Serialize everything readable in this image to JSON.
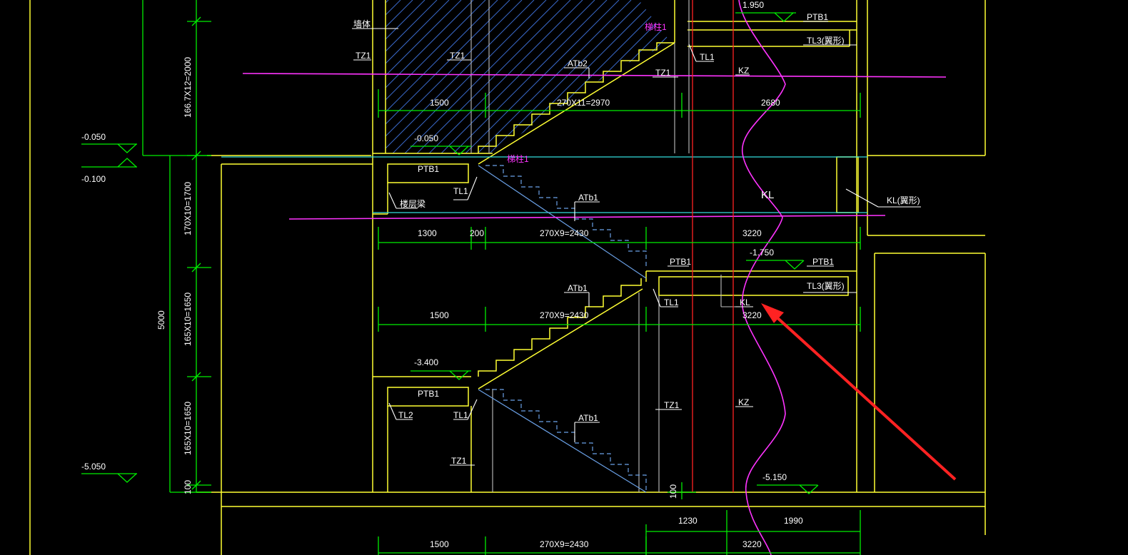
{
  "drawing": {
    "elevations": {
      "top": "1.950",
      "top_minus_0050": "-0.050",
      "left_minus_0050": "-0.050",
      "left_minus_0100": "-0.100",
      "mid_minus_1750": "-1.750",
      "mid_minus_3400": "-3.400",
      "left_minus_5050": "-5.050",
      "right_minus_5150": "-5.150"
    },
    "vertical_dimensions": {
      "flight_top": "166.7X12=2000",
      "flight_2": "170X10=1700",
      "flight_3": "165X10=1650",
      "flight_4": "165X10=1650",
      "total": "5000",
      "bottom": "100",
      "bottom_right": "100"
    },
    "horizontal_dimensions": {
      "row1_left": "1500",
      "row1_mid": "270X11=2970",
      "row1_right": "2680",
      "row2_left": "1300",
      "row2_gap": "200",
      "row2_mid": "270X9=2430",
      "row2_right": "3220",
      "row3_left": "1500",
      "row3_mid": "270X9=2430",
      "row3_right": "3220",
      "row4_a": "1230",
      "row4_b": "1990",
      "row5_left": "1500",
      "row5_mid": "270X9=2430",
      "row5_right": "3220"
    },
    "labels": {
      "wall": "墙体",
      "tz1_a": "TZ1",
      "tz1_b": "TZ1",
      "tz1_c": "TZ1",
      "tz1_d": "TZ1",
      "tz1_e": "TZ1",
      "atb2": "ATb2",
      "atb1_a": "ATb1",
      "atb1_b": "ATb1",
      "atb1_c": "ATb1",
      "tl1_a": "TL1",
      "tl1_b": "TL1",
      "tl1_c": "TL1",
      "tl1_d": "TL1",
      "tl2": "TL2",
      "ptb1_a": "PTB1",
      "ptb1_b": "PTB1",
      "ptb1_c": "PTB1",
      "ptb1_d": "PTB1",
      "ptb1_e": "PTB1",
      "tl3_a": "TL3(翼形)",
      "tl3_b": "TL3(翼形)",
      "kz_a": "KZ",
      "kz_b": "KZ",
      "kl_big": "KL",
      "kl_small": "KL",
      "kl_wing": "KL(翼形)",
      "floor_slab": "楼层梁",
      "break_a": "梯柱1",
      "break_b": "梯柱1"
    },
    "colors": {
      "background": "#000000",
      "dimension": "#00ee00",
      "structure": "#ffff33",
      "axis": "#ff33ff",
      "column_line": "#ff2222",
      "stair_below": "#6aa0e6",
      "slab_edge": "#33dddd",
      "annotation_arrow": "#ff2222"
    }
  }
}
